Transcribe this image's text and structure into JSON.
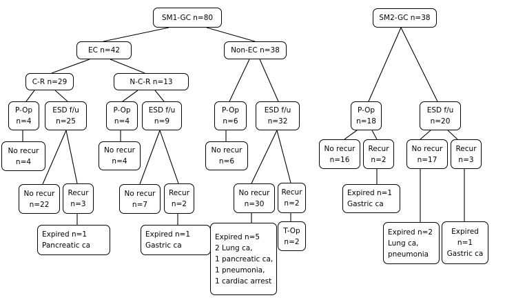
{
  "nodes": {
    "sm1_gc": [
      "SM1-GC   n=80"
    ],
    "ec": [
      "EC   n=42"
    ],
    "non_ec": [
      "Non-EC   n=38"
    ],
    "cr": [
      "C-R    n=29"
    ],
    "ncr": [
      "N-C-R    n=13"
    ],
    "pop_cr": [
      "P-Op",
      "n=4"
    ],
    "esd_cr": [
      "ESD f/u",
      "n=25"
    ],
    "norecur_pop_cr": [
      "No recur",
      "n=4"
    ],
    "norecur_esd_cr": [
      "No recur",
      "n=22"
    ],
    "recur_esd_cr": [
      "Recur",
      "n=3"
    ],
    "expired_cr": [
      "Expired    n=1",
      "Pancreatic ca"
    ],
    "pop_ncr": [
      "P-Op",
      "n=4"
    ],
    "esd_ncr": [
      "ESD f/u",
      "n=9"
    ],
    "norecur_pop_ncr": [
      "No recur",
      "n=4"
    ],
    "norecur_esd_ncr": [
      "No recur",
      "n=7"
    ],
    "recur_esd_ncr": [
      "Recur",
      "n=2"
    ],
    "expired_ncr": [
      "Expired    n=1",
      "Gastric ca"
    ],
    "pop_nonec": [
      "P-Op",
      "n=6"
    ],
    "esd_nonec": [
      "ESD f/u",
      "n=32"
    ],
    "norecur_pop_nonec": [
      "No recur",
      "n=6"
    ],
    "norecur_esd_nonec": [
      "No recur",
      "n=30"
    ],
    "recur_esd_nonec": [
      "Recur",
      "n=2"
    ],
    "expired_nonec": [
      "Expired    n=5",
      "2 Lung ca,",
      "1 pancreatic ca,",
      "1 pneumonia,",
      "1 cardiac arrest"
    ],
    "top_nonec": [
      "T-Op",
      "n=2"
    ],
    "sm2_gc": [
      "SM2-GC   n=38"
    ],
    "pop_sm2": [
      "P-Op",
      "n=18"
    ],
    "esd_sm2": [
      "ESD f/u",
      "n=20"
    ],
    "norecur_pop_sm2": [
      "No recur",
      "n=16"
    ],
    "recur_pop_sm2": [
      "Recur",
      "n=2"
    ],
    "norecur_esd_sm2": [
      "No recur",
      "n=17"
    ],
    "recur_esd_sm2": [
      "Recur",
      "n=3"
    ],
    "expired_pop_sm2": [
      "Expired    n=1",
      "Gastric ca"
    ],
    "expired_norecur_sm2": [
      "Expired    n=2",
      "Lung ca,",
      "pneumonia"
    ],
    "expired_recur_sm2": [
      "Expired",
      "n=1",
      "Gastric ca"
    ]
  }
}
